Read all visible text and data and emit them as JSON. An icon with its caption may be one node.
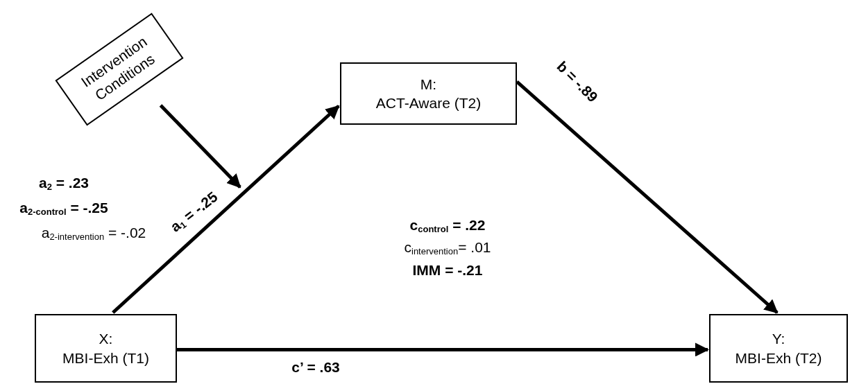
{
  "diagram": {
    "nodes": [
      {
        "text": [
          "Intervention Conditions"
        ]
      },
      {
        "text": [
          "M:",
          "ACT-Aware (T2)"
        ]
      },
      {
        "text": [
          "X:",
          "MBI-Exh (T1)"
        ]
      },
      {
        "text": [
          "Y:",
          "MBI-Exh (T2)"
        ]
      }
    ],
    "edges": [
      {
        "from": 2,
        "to": 1,
        "arrow": "to",
        "label": "a$_{1}$ = -.25"
      },
      {
        "from": 1,
        "to": 3,
        "arrow": "to",
        "label": "b = -.89"
      },
      {
        "from": 2,
        "to": 3,
        "arrow": "to",
        "label": "c’ = .63"
      },
      {
        "from": 0,
        "to": null,
        "arrow": "to"
      }
    ],
    "labels": [
      "a$_{2}$ = .23",
      "a$_{2-control}$ = -.25",
      "a$_{2-intervention}$ = -.02",
      "c$_{control}$ = .22",
      "c$_{intervention}$= .01",
      "IMM = -.21"
    ]
  }
}
